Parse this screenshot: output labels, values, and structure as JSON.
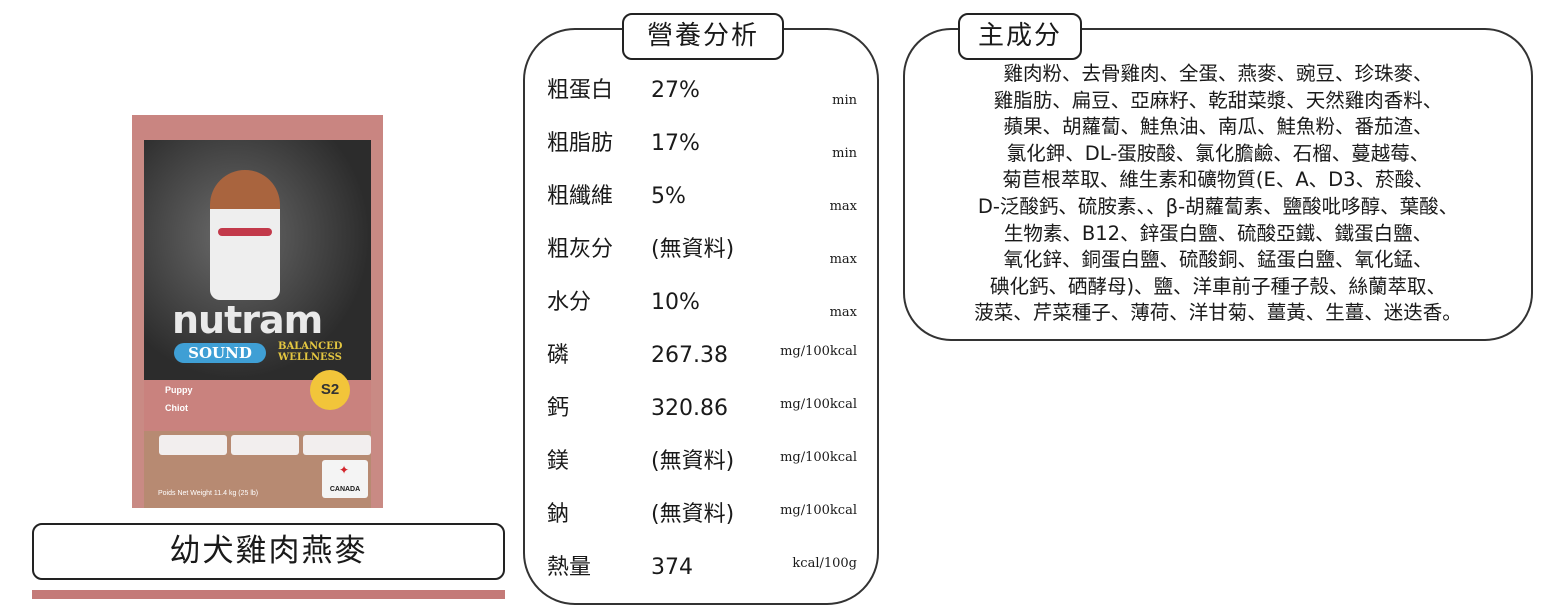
{
  "product": {
    "name": "幼犬雞肉燕麥",
    "image": {
      "brand": "nutram",
      "line": "SOUND",
      "tagline": "BALANCED WELLNESS",
      "code": "S2",
      "label_en": "Puppy",
      "label_fr": "Chiot",
      "origin": "CANADA",
      "weight": "Poids Net Weight 11.4 kg (25 lb)"
    },
    "accent_color": "#c47a78"
  },
  "nutrition": {
    "title": "營養分析",
    "rows": [
      {
        "label": "粗蛋白",
        "value": "27%",
        "unit": "min"
      },
      {
        "label": "粗脂肪",
        "value": "17%",
        "unit": "min"
      },
      {
        "label": "粗纖維",
        "value": "5%",
        "unit": "max"
      },
      {
        "label": "粗灰分",
        "value": "(無資料)",
        "unit": "max"
      },
      {
        "label": "水分",
        "value": "10%",
        "unit": "max"
      },
      {
        "label": "磷",
        "value": "267.38",
        "unit": "mg/100kcal"
      },
      {
        "label": "鈣",
        "value": "320.86",
        "unit": "mg/100kcal"
      },
      {
        "label": "鎂",
        "value": "(無資料)",
        "unit": "mg/100kcal"
      },
      {
        "label": "鈉",
        "value": "(無資料)",
        "unit": "mg/100kcal"
      },
      {
        "label": "熱量",
        "value": "374",
        "unit": "kcal/100g"
      }
    ]
  },
  "ingredients": {
    "title": "主成分",
    "text": "雞肉粉、去骨雞肉、全蛋、燕麥、豌豆、珍珠麥、\n雞脂肪、扁豆、亞麻籽、乾甜菜漿、天然雞肉香料、\n蘋果、胡蘿蔔、鮭魚油、南瓜、鮭魚粉、番茄渣、\n氯化鉀、DL-蛋胺酸、氯化膽鹼、石榴、蔓越莓、\n菊苣根萃取、維生素和礦物質(E、A、D3、菸酸、\nD-泛酸鈣、硫胺素、、β-胡蘿蔔素、鹽酸吡哆醇、葉酸、\n生物素、B12、鋅蛋白鹽、硫酸亞鐵、鐵蛋白鹽、\n氧化鋅、銅蛋白鹽、硫酸銅、錳蛋白鹽、氧化錳、\n碘化鈣、硒酵母)、鹽、洋車前子種子殼、絲蘭萃取、\n菠菜、芹菜種子、薄荷、洋甘菊、薑黃、生薑、迷迭香。"
  }
}
